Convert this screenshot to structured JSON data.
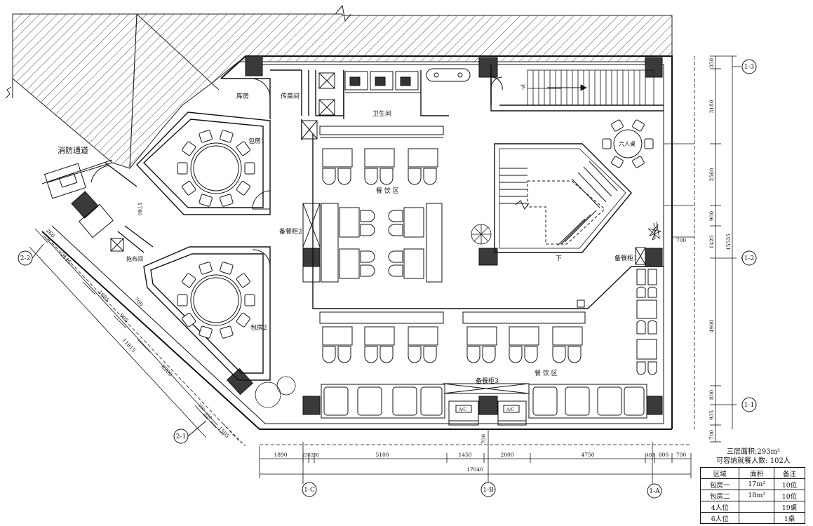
{
  "labels": {
    "fire_passage": "消防通道",
    "storage": "库房",
    "pass_room": "传菜间",
    "toilet": "卫生间",
    "private_room_1": "包房1",
    "private_room_2": "包房2",
    "dining_area_top": "餐 饮 区",
    "dining_area_bottom": "餐 饮 区",
    "cabinet_1": "备餐柜1",
    "cabinet_2": "备餐柜2",
    "cabinet_3": "备餐柜3",
    "mop_room": "拖布间",
    "six_person_table": "六人桌",
    "stair_down_top": "下",
    "stair_down_center": "下",
    "ac_left": "A/C",
    "ac_right": "A/C"
  },
  "axes": {
    "b_1_3": "1-3",
    "b_1_2": "1-2",
    "b_1_1": "1-1",
    "b_2_2": "2-2",
    "b_2_1": "2-1",
    "b_1_c": "1-C",
    "b_1_b": "1-B",
    "b_1_a": "1-A"
  },
  "dims_bottom": {
    "d1": "1890",
    "d2": "250",
    "d3": "250",
    "d4": "5100",
    "d5": "1450",
    "d6": "2000",
    "d7": "4750",
    "d8": "400",
    "d9": "800",
    "d10": "700",
    "total": "17040",
    "col": "700"
  },
  "dims_right": {
    "d1": "350",
    "d2": "3180",
    "d3": "2560",
    "d4": "900",
    "d5": "1420",
    "d6": "4900",
    "d7": "800",
    "d8": "935",
    "d9": "700",
    "total": "15535",
    "inner": "700"
  },
  "dims_diag": {
    "d1": "260",
    "d2": "2115",
    "d3": "1885",
    "d4": "905",
    "d5": "700",
    "d6": "11815",
    "d7": "8200",
    "d8": "250",
    "d9": "250",
    "d10": "1505"
  },
  "dims_misc": {
    "corridor": "1740"
  },
  "summary": {
    "area": "三层面积:293m²",
    "capacity": "可容纳就餐人数: 102人",
    "headers": [
      "区域",
      "面积",
      "备注"
    ],
    "rows": [
      [
        "包房一",
        "17m²",
        "10位"
      ],
      [
        "包房二",
        "18m²",
        "10位"
      ],
      [
        "4人位",
        "",
        "19桌"
      ],
      [
        "6人位",
        "",
        "1桌"
      ]
    ]
  }
}
